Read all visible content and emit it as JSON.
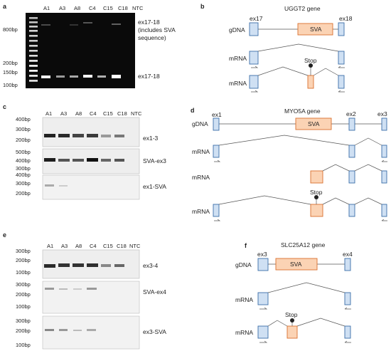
{
  "panels": {
    "a": {
      "letter": "a",
      "lanes": [
        "A1",
        "A3",
        "A8",
        "C4",
        "C15",
        "C18",
        "NTC"
      ],
      "ladder": [
        "800bp",
        "200bp",
        "150bp",
        "100bp"
      ],
      "band_labels": [
        "ex17-18\n(includes SVA\nsequence)",
        "ex17-18"
      ]
    },
    "b": {
      "letter": "b",
      "gene": "UGGT2 gene",
      "exon_labels": [
        "ex17",
        "ex18"
      ],
      "row_labels": [
        "gDNA",
        "mRNA",
        "mRNA"
      ],
      "sva": "SVA",
      "stop": "Stop"
    },
    "c": {
      "letter": "c",
      "lanes": [
        "A1",
        "A3",
        "A8",
        "C4",
        "C15",
        "C18",
        "NTC"
      ],
      "gels": [
        {
          "ladder": [
            "400bp",
            "300bp",
            "200bp"
          ],
          "label": "ex1-3"
        },
        {
          "ladder": [
            "500bp",
            "400bp",
            "300bp"
          ],
          "label": "SVA-ex3"
        },
        {
          "ladder": [
            "400bp",
            "300bp",
            "200bp"
          ],
          "label": "ex1-SVA"
        }
      ]
    },
    "d": {
      "letter": "d",
      "gene": "MYO5A gene",
      "exon_labels": [
        "ex1",
        "ex2",
        "ex3"
      ],
      "row_labels": [
        "gDNA",
        "mRNA",
        "mRNA",
        "mRNA"
      ],
      "sva": "SVA",
      "stop": "Stop"
    },
    "e": {
      "letter": "e",
      "lanes": [
        "A1",
        "A3",
        "A8",
        "C4",
        "C15",
        "C18",
        "NTC"
      ],
      "gels": [
        {
          "ladder": [
            "300bp",
            "200bp",
            "100bp"
          ],
          "label": "ex3-4"
        },
        {
          "ladder": [
            "300bp",
            "200bp",
            "100bp"
          ],
          "label": "SVA-ex4"
        },
        {
          "ladder": [
            "300bp",
            "200bp",
            "100bp"
          ],
          "label": "ex3-SVA"
        }
      ]
    },
    "f": {
      "letter": "f",
      "gene": "SLC25A12 gene",
      "exon_labels": [
        "ex3",
        "ex4"
      ],
      "row_labels": [
        "gDNA",
        "mRNA",
        "mRNA"
      ],
      "sva": "SVA",
      "stop": "Stop"
    }
  },
  "colors": {
    "exon_fill": "#cfe0f3",
    "exon_stroke": "#3a6ea8",
    "sva_fill": "#fbd3b4",
    "sva_stroke": "#d9712e",
    "gel_bg": "#0a0a0a"
  }
}
